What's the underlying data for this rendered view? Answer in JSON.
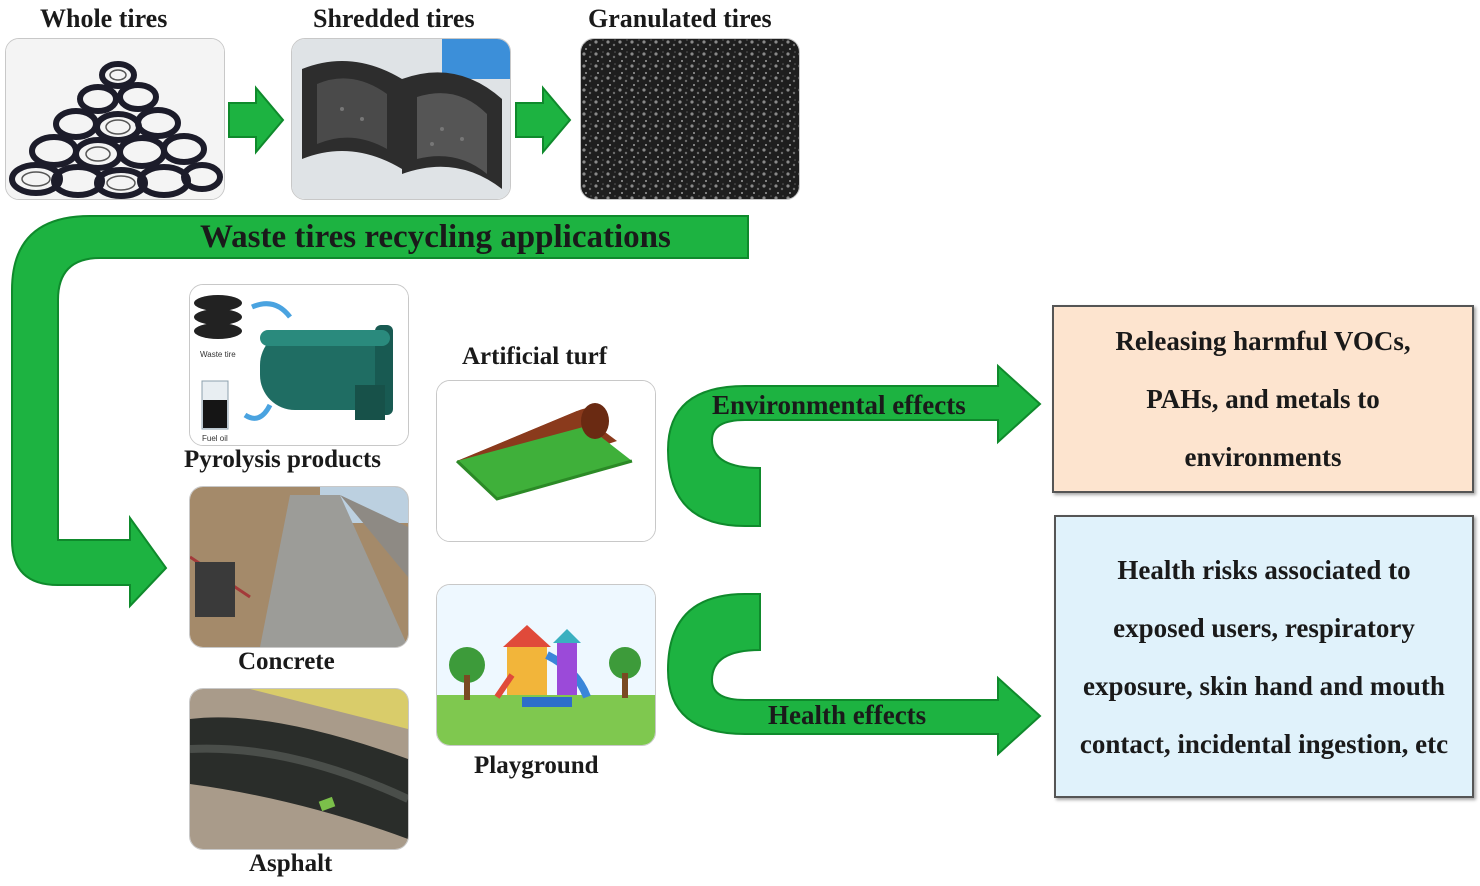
{
  "stages": {
    "whole_tires": "Whole tires",
    "shredded_tires": "Shredded tires",
    "granulated_tires": "Granulated tires"
  },
  "banner": "Waste tires recycling applications",
  "applications": {
    "pyrolysis": "Pyrolysis products",
    "pyrolysis_waste_tire_caption": "Waste tire",
    "pyrolysis_fuel_oil_caption": "Fuel oil",
    "concrete": "Concrete",
    "asphalt": "Asphalt",
    "artificial_turf": "Artificial turf",
    "playground": "Playground"
  },
  "effects": {
    "environmental_label": "Environmental effects",
    "health_label": "Health effects",
    "environmental_text": "Releasing harmful VOCs, PAHs, and metals to environments",
    "health_text": "Health risks associated to exposed users, respiratory exposure, skin hand and mouth contact, incidental ingestion, etc"
  },
  "colors": {
    "arrow_green": "#1db341",
    "arrow_green_dark": "#0f8a2c",
    "env_box_bg": "#fde4cf",
    "health_box_bg": "#e0f2fb"
  }
}
